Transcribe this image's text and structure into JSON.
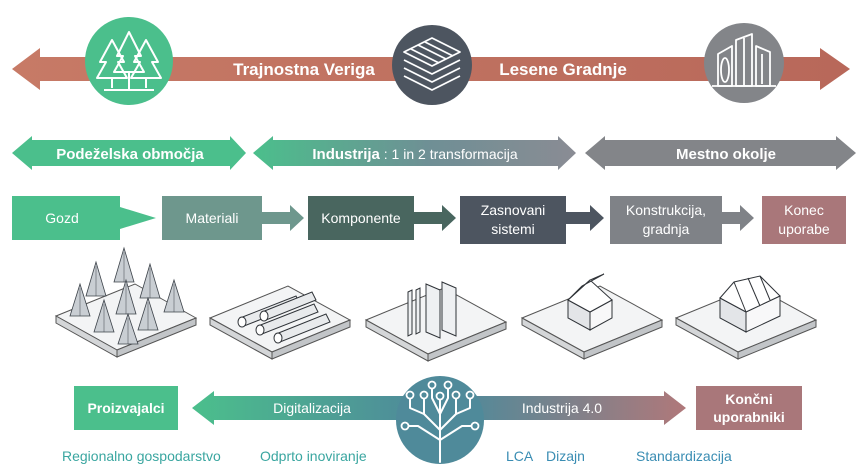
{
  "top_banner": {
    "left_text": "Trajnostna Veriga",
    "right_text": "Lesene Gradnje",
    "icons": [
      "forest-icon",
      "stacked-layers-icon",
      "city-buildings-icon"
    ]
  },
  "zones": [
    {
      "label_bold": "Podeželska območja",
      "label_normal": ""
    },
    {
      "label_bold": "Industrija",
      "label_normal": " : 1 in 2 transformacija"
    },
    {
      "label_bold": "Mestno okolje",
      "label_normal": ""
    }
  ],
  "steps": [
    {
      "lines": [
        "Gozd"
      ],
      "color": "#4bbf8c"
    },
    {
      "lines": [
        "Materiali"
      ],
      "color": "#6e978d"
    },
    {
      "lines": [
        "Komponente"
      ],
      "color": "#49665f"
    },
    {
      "lines": [
        "Zasnovani",
        "sistemi"
      ],
      "color": "#4d5560"
    },
    {
      "lines": [
        "Konstrukcija,",
        "gradnja"
      ],
      "color": "#7f8287"
    },
    {
      "lines": [
        "Konec",
        "uporabe"
      ],
      "color": "#a9777a"
    }
  ],
  "tiles": [
    "forest-tile",
    "logs-tile",
    "panels-tile",
    "house-tile",
    "building-tile"
  ],
  "bottom": {
    "left_box": "Proizvajalci",
    "left_arrow_text": "Digitalizacija",
    "right_arrow_text": "Industrija 4.0",
    "right_box_lines": [
      "Končni",
      "uporabniki"
    ],
    "center_icon": "circuit-tree-icon"
  },
  "footer_labels": [
    "Regionalno gospodarstvo",
    "Odprto inoviranje",
    "LCA",
    "Dizajn",
    "Standardizacija"
  ],
  "colors": {
    "green": "#4bbf8c",
    "rust": "#c2725f",
    "slate": "#4d5560",
    "gray": "#838589",
    "teal": "#4f8a9a",
    "mauve": "#a9777a"
  }
}
